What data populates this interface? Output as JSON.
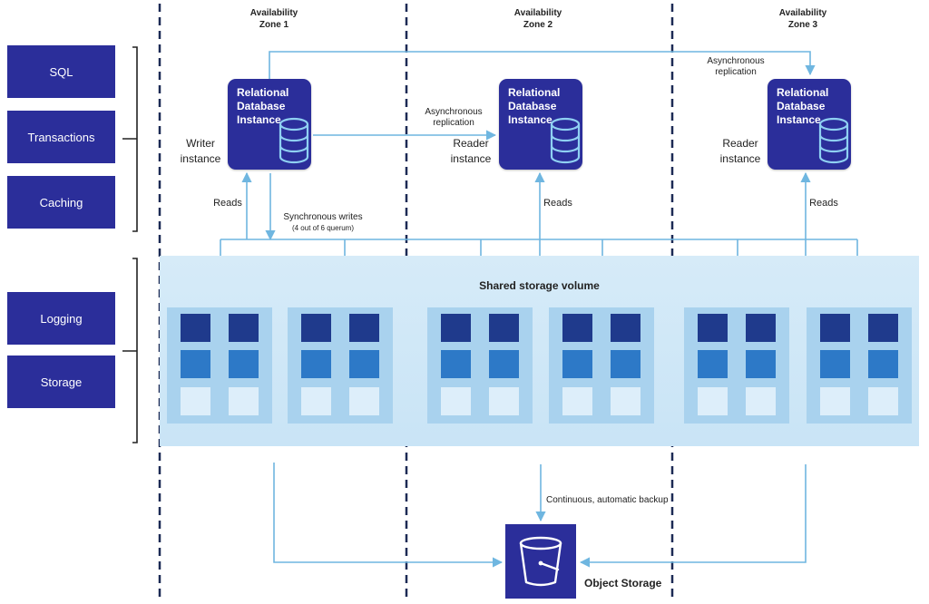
{
  "zones": [
    {
      "line1": "Availability",
      "line2": "Zone 1"
    },
    {
      "line1": "Availability",
      "line2": "Zone 2"
    },
    {
      "line1": "Availability",
      "line2": "Zone 3"
    }
  ],
  "layers": {
    "compute": [
      "SQL",
      "Transactions",
      "Caching"
    ],
    "storage": [
      "Logging",
      "Storage"
    ]
  },
  "instances": [
    {
      "title": "Relational\nDatabase\nInstance",
      "role": "Writer\ninstance"
    },
    {
      "title": "Relational\nDatabase\nInstance",
      "role": "Reader\ninstance"
    },
    {
      "title": "Relational\nDatabase\nInstance",
      "role": "Reader\ninstance"
    }
  ],
  "labels": {
    "async_replication_top": "Asynchronous\nreplication",
    "async_replication_mid": "Asynchronous\nreplication",
    "reads": "Reads",
    "sync_writes": "Synchronous writes",
    "quorum": "(4 out of 6 querum)",
    "shared_storage": "Shared storage volume",
    "backup": "Continuous, automatic backup",
    "object_storage": "Object Storage"
  },
  "colors": {
    "box": "#2b2e9a",
    "line": "#6fb6e0",
    "zone_divider": "#1c2a55",
    "volume": "#d6ebf8"
  }
}
